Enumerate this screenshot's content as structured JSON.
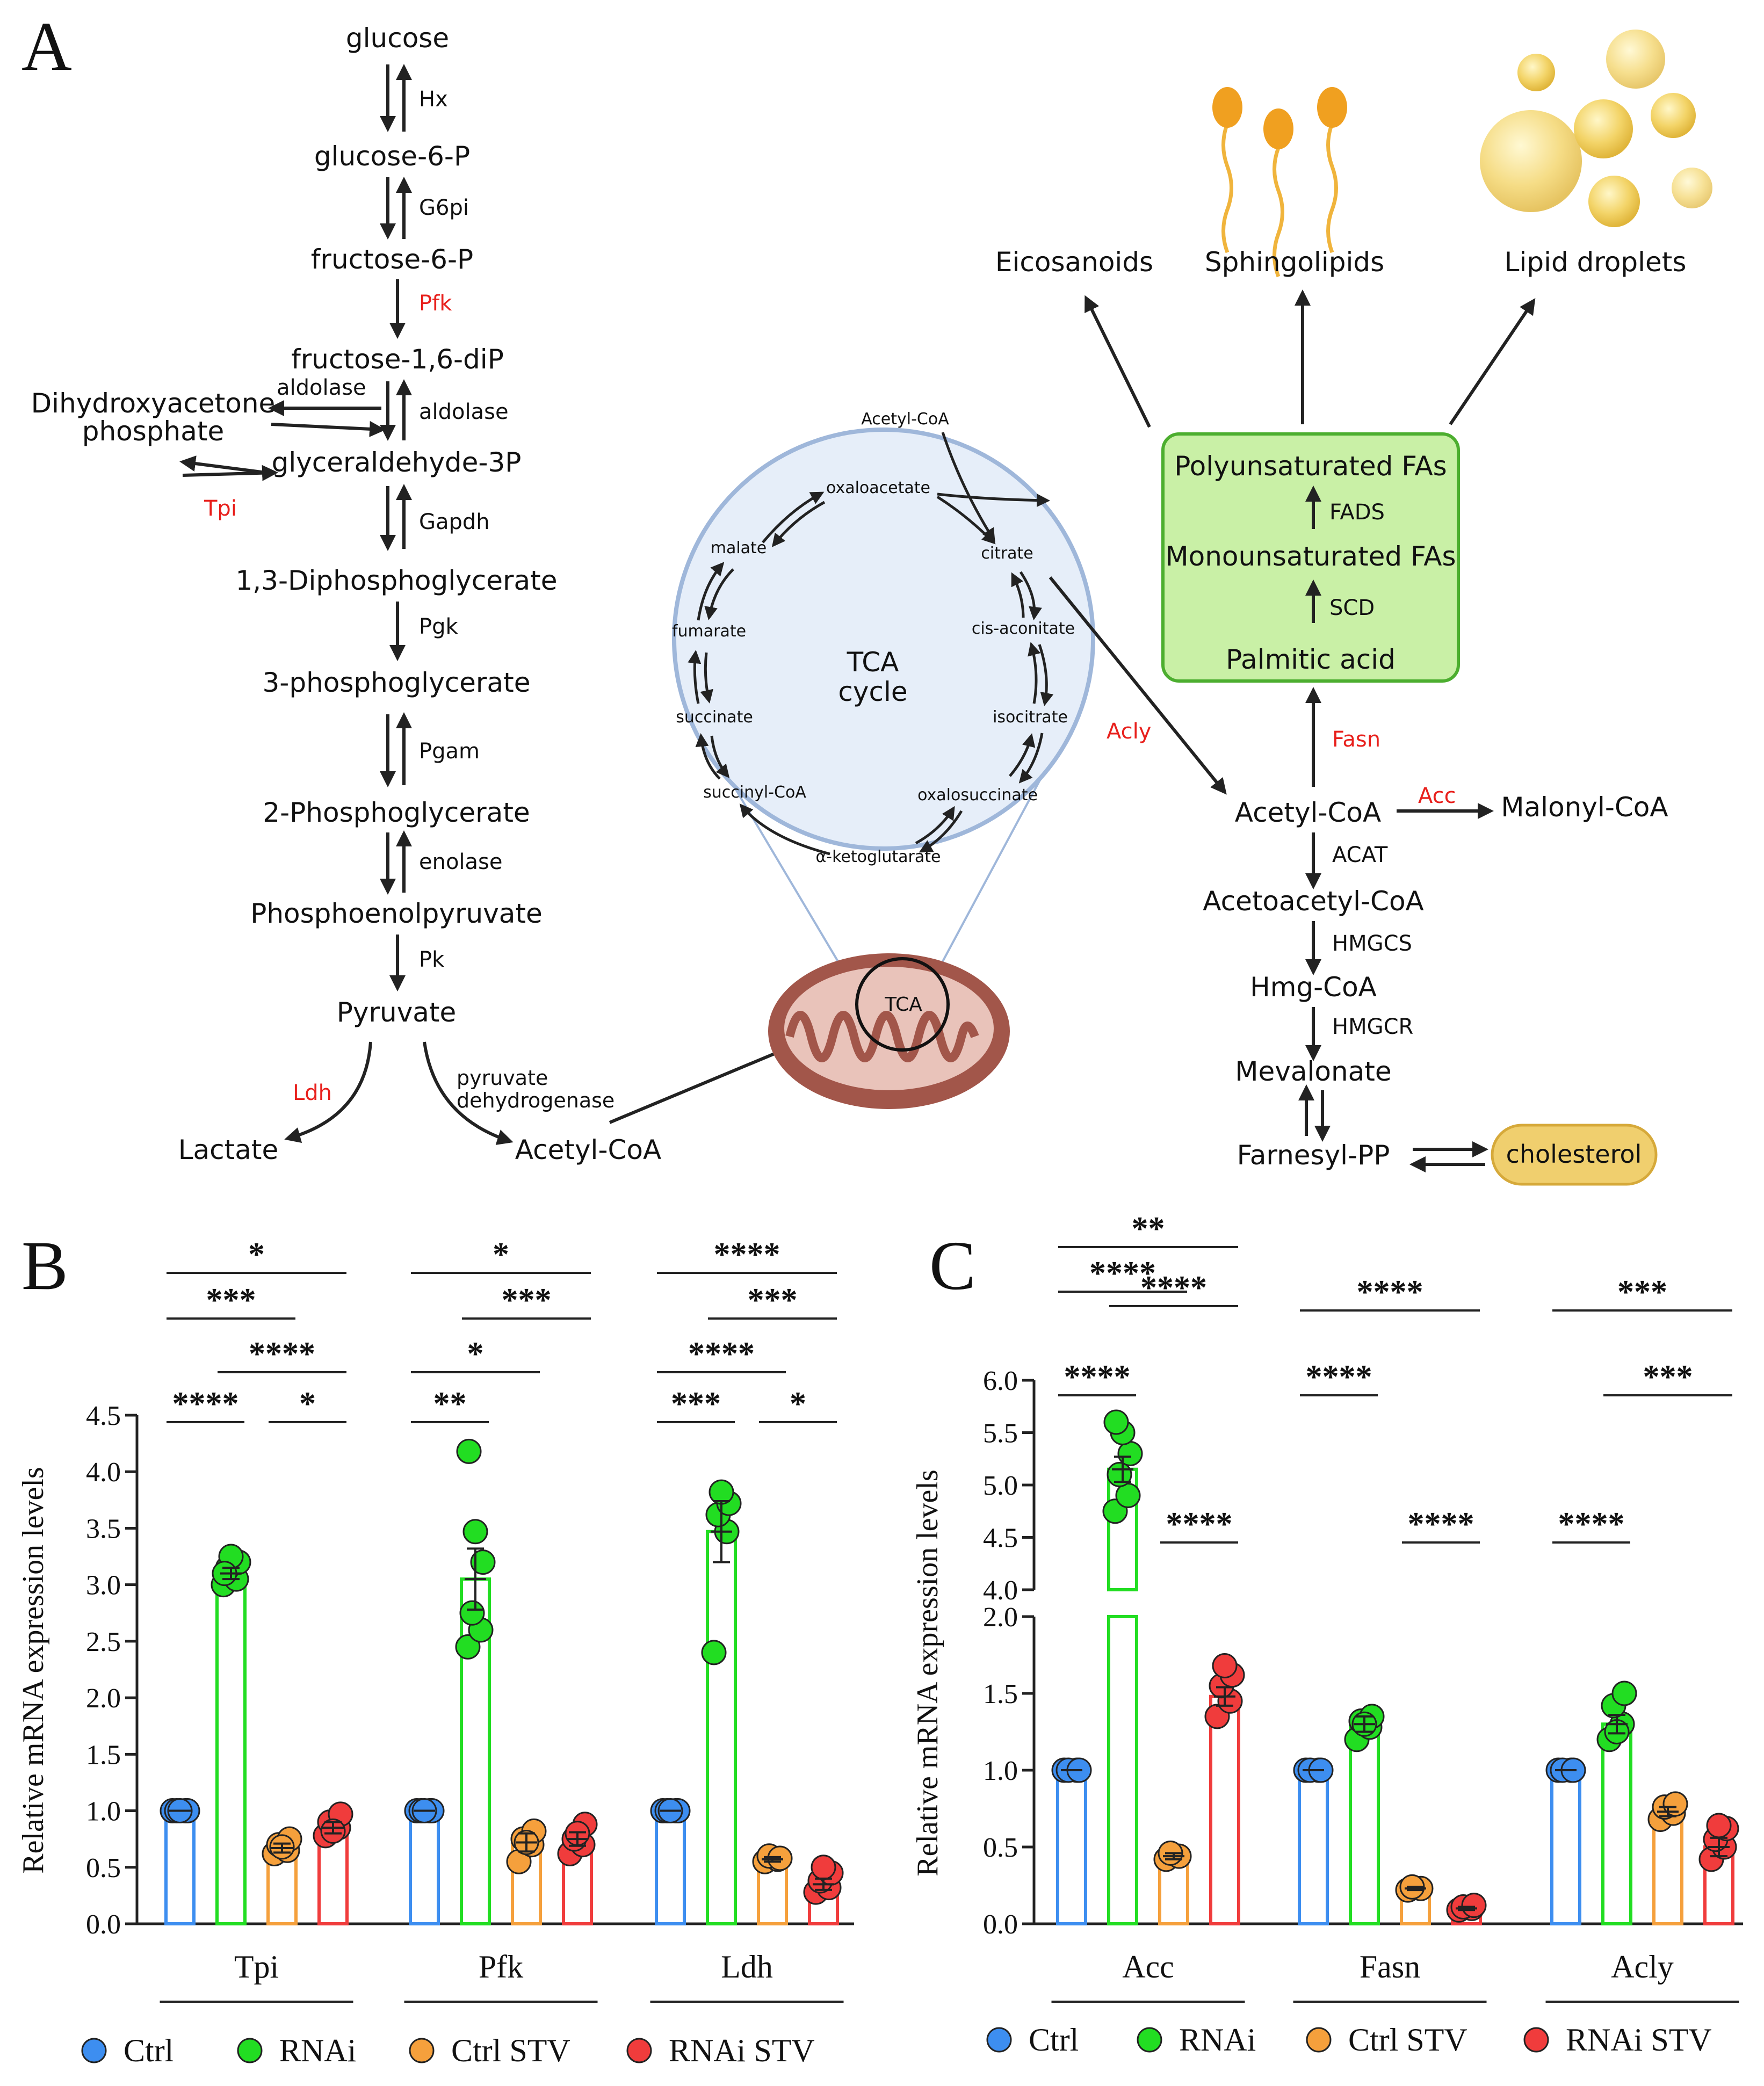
{
  "panel_labels": {
    "a": "A",
    "b": "B",
    "c": "C"
  },
  "glycolysis": {
    "metabolites": {
      "glucose": "glucose",
      "g6p": "glucose-6-P",
      "f6p": "fructose-6-P",
      "f16bp": "fructose-1,6-diP",
      "dhap1": "Dihydroxyacetone",
      "dhap2": "phosphate",
      "g3p": "glyceraldehyde-3P",
      "bpg": "1,3-Diphosphoglycerate",
      "pg3": "3-phosphoglycerate",
      "pg2": "2-Phosphoglycerate",
      "pep": "Phosphoenolpyruvate",
      "pyruvate": "Pyruvate",
      "lactate": "Lactate",
      "acetyl_coa": "Acetyl-CoA"
    },
    "enzymes": {
      "hx": "Hx",
      "g6pi": "G6pi",
      "pfk": "Pfk",
      "aldolase_top": "aldolase",
      "aldolase_right": "aldolase",
      "tpi": "Tpi",
      "gapdh": "Gapdh",
      "pgk": "Pgk",
      "pgam": "Pgam",
      "enolase": "enolase",
      "pk": "Pk",
      "ldh": "Ldh",
      "pdh1": "pyruvate",
      "pdh2": "dehydrogenase"
    }
  },
  "tca": {
    "title1": "TCA",
    "title2": "cycle",
    "mito_label": "TCA",
    "acetyl_coa": "Acetyl-CoA",
    "metabolites": {
      "oxaloacetate": "oxaloacetate",
      "citrate": "citrate",
      "cis_aconitate": "cis-aconitate",
      "isocitrate": "isocitrate",
      "oxalosuccinate": "oxalosuccinate",
      "akg": "α-ketoglutarate",
      "succinyl_coa": "succinyl-CoA",
      "succinate": "succinate",
      "fumarate": "fumarate",
      "malate": "malate"
    }
  },
  "lipid": {
    "eicosanoids": "Eicosanoids",
    "sphingolipids": "Sphingolipids",
    "lipid_droplets": "Lipid droplets",
    "pufa": "Polyunsaturated FAs",
    "fads": "FADS",
    "mufa": "Monounsaturated FAs",
    "scd": "SCD",
    "palmitic": "Palmitic acid",
    "acly": "Acly",
    "fasn": "Fasn",
    "acetyl_coa": "Acetyl-CoA",
    "acc": "Acc",
    "malonyl_coa": "Malonyl-CoA",
    "acat": "ACAT",
    "acetoacetyl_coa": "Acetoacetyl-CoA",
    "hmgcs": "HMGCS",
    "hmg_coa": "Hmg-CoA",
    "hmgcr": "HMGCR",
    "mevalonate": "Mevalonate",
    "farnesyl_pp": "Farnesyl-PP",
    "cholesterol": "cholesterol"
  },
  "colors": {
    "ctrl": "#3d8ef0",
    "rnai": "#22dd22",
    "ctrl_stv": "#f5a03c",
    "rnai_stv": "#f03c3c",
    "enzyme_red": "#e8201c",
    "green_box": "#c9f0a6",
    "green_border": "#4cae2f",
    "cholesterol": "#f0cf6e",
    "tca_fill": "#e6eef9",
    "tca_border": "#9fb7da"
  },
  "legend": [
    "Ctrl",
    "RNAi",
    "Ctrl STV",
    "RNAi STV"
  ],
  "chart_data": [
    {
      "type": "bar",
      "title": "",
      "ylabel": "Relative mRNA expression levels",
      "xlabel": "",
      "ylim": [
        0,
        4.5
      ],
      "yticks": [
        "0.0",
        "0.5",
        "1.0",
        "1.5",
        "2.0",
        "2.5",
        "3.0",
        "3.5",
        "4.0",
        "4.5"
      ],
      "categories": [
        "Tpi",
        "Pfk",
        "Ldh"
      ],
      "series": [
        {
          "name": "Ctrl",
          "values": [
            1.0,
            1.0,
            1.0
          ],
          "sem": [
            0.0,
            0.0,
            0.0
          ],
          "points": [
            [
              1.0,
              1.0,
              1.0,
              1.0,
              1.0
            ],
            [
              1.0,
              1.0,
              1.0,
              1.0,
              1.0
            ],
            [
              1.0,
              1.0,
              1.0,
              1.0,
              1.0
            ]
          ]
        },
        {
          "name": "RNAi",
          "values": [
            3.1,
            3.05,
            3.47
          ],
          "sem": [
            0.05,
            0.27,
            0.27
          ],
          "points": [
            [
              3.0,
              3.05,
              3.15,
              3.2,
              3.25,
              3.1
            ],
            [
              2.45,
              2.6,
              2.75,
              3.2,
              3.47,
              4.18
            ],
            [
              2.4,
              3.47,
              3.62,
              3.72,
              3.82
            ]
          ]
        },
        {
          "name": "Ctrl STV",
          "values": [
            0.67,
            0.72,
            0.57
          ],
          "sem": [
            0.04,
            0.08,
            0.02
          ],
          "points": [
            [
              0.62,
              0.65,
              0.7,
              0.75,
              0.68
            ],
            [
              0.55,
              0.7,
              0.75,
              0.82,
              0.72
            ],
            [
              0.55,
              0.57,
              0.6,
              0.58
            ]
          ]
        },
        {
          "name": "RNAi STV",
          "values": [
            0.85,
            0.75,
            0.35
          ],
          "sem": [
            0.05,
            0.06,
            0.05
          ],
          "points": [
            [
              0.78,
              0.85,
              0.9,
              0.97,
              0.82
            ],
            [
              0.62,
              0.7,
              0.75,
              0.88,
              0.8
            ],
            [
              0.28,
              0.32,
              0.38,
              0.45,
              0.5
            ]
          ]
        }
      ],
      "significance": [
        {
          "group": 0,
          "pairs": [
            [
              "Ctrl",
              "RNAi STV",
              "*"
            ],
            [
              "Ctrl",
              "Ctrl STV",
              "***"
            ],
            [
              "RNAi",
              "RNAi STV",
              "****"
            ],
            [
              "Ctrl",
              "RNAi",
              "****"
            ],
            [
              "Ctrl STV",
              "RNAi STV",
              "*"
            ]
          ]
        },
        {
          "group": 1,
          "pairs": [
            [
              "Ctrl",
              "RNAi STV",
              "*"
            ],
            [
              "RNAi",
              "RNAi STV",
              "***"
            ],
            [
              "Ctrl",
              "Ctrl STV",
              "*"
            ],
            [
              "Ctrl",
              "RNAi",
              "**"
            ]
          ]
        },
        {
          "group": 2,
          "pairs": [
            [
              "Ctrl",
              "RNAi STV",
              "****"
            ],
            [
              "RNAi",
              "RNAi STV",
              "***"
            ],
            [
              "Ctrl",
              "Ctrl STV",
              "****"
            ],
            [
              "Ctrl",
              "RNAi",
              "***"
            ],
            [
              "Ctrl STV",
              "RNAi STV",
              "*"
            ]
          ]
        }
      ]
    },
    {
      "type": "bar",
      "title": "",
      "ylabel": "Relative mRNA expression levels",
      "xlabel": "",
      "ylim_lower": [
        0,
        2.0
      ],
      "ylim_upper": [
        4.0,
        6.0
      ],
      "yticks_lower": [
        "0.0",
        "0.5",
        "1.0",
        "1.5",
        "2.0"
      ],
      "yticks_upper": [
        "4.0",
        "4.5",
        "5.0",
        "5.5",
        "6.0"
      ],
      "categories": [
        "Acc",
        "Fasn",
        "Acly"
      ],
      "series": [
        {
          "name": "Ctrl",
          "values": [
            1.0,
            1.0,
            1.0
          ],
          "sem": [
            0.0,
            0.0,
            0.0
          ],
          "points": [
            [
              1.0,
              1.0,
              1.0,
              1.0
            ],
            [
              1.0,
              1.0,
              1.0,
              1.0
            ],
            [
              1.0,
              1.0,
              1.0,
              1.0
            ]
          ]
        },
        {
          "name": "RNAi",
          "values": [
            5.15,
            1.3,
            1.3
          ],
          "sem": [
            0.12,
            0.05,
            0.06
          ],
          "points": [
            [
              4.75,
              4.9,
              5.1,
              5.3,
              5.5,
              5.6
            ],
            [
              1.2,
              1.28,
              1.32,
              1.35,
              1.3
            ],
            [
              1.2,
              1.3,
              1.42,
              1.5,
              1.25
            ]
          ]
        },
        {
          "name": "Ctrl STV",
          "values": [
            0.44,
            0.23,
            0.73
          ],
          "sem": [
            0.02,
            0.01,
            0.03
          ],
          "points": [
            [
              0.42,
              0.44,
              0.46
            ],
            [
              0.22,
              0.23,
              0.24
            ],
            [
              0.68,
              0.72,
              0.76,
              0.78
            ]
          ]
        },
        {
          "name": "RNAi STV",
          "values": [
            1.48,
            0.1,
            0.5
          ],
          "sem": [
            0.06,
            0.01,
            0.06
          ],
          "points": [
            [
              1.35,
              1.45,
              1.55,
              1.62,
              1.68
            ],
            [
              0.09,
              0.1,
              0.11,
              0.12
            ],
            [
              0.42,
              0.5,
              0.55,
              0.62,
              0.64
            ]
          ]
        }
      ],
      "significance": [
        {
          "group": 0,
          "pairs": [
            [
              "Ctrl",
              "Ctrl STV",
              "****"
            ],
            [
              "Ctrl",
              "RNAi STV",
              "**"
            ],
            [
              "RNAi",
              "RNAi STV",
              "****"
            ],
            [
              "Ctrl",
              "RNAi",
              "****"
            ],
            [
              "Ctrl STV",
              "RNAi STV",
              "****"
            ]
          ]
        },
        {
          "group": 1,
          "pairs": [
            [
              "Ctrl",
              "RNAi STV",
              "****"
            ],
            [
              "Ctrl",
              "RNAi",
              "****"
            ],
            [
              "Ctrl STV",
              "RNAi STV",
              "****"
            ]
          ]
        },
        {
          "group": 2,
          "pairs": [
            [
              "Ctrl",
              "RNAi STV",
              "***"
            ],
            [
              "RNAi",
              "RNAi STV",
              "***"
            ],
            [
              "Ctrl",
              "RNAi",
              "****"
            ]
          ]
        }
      ]
    }
  ]
}
